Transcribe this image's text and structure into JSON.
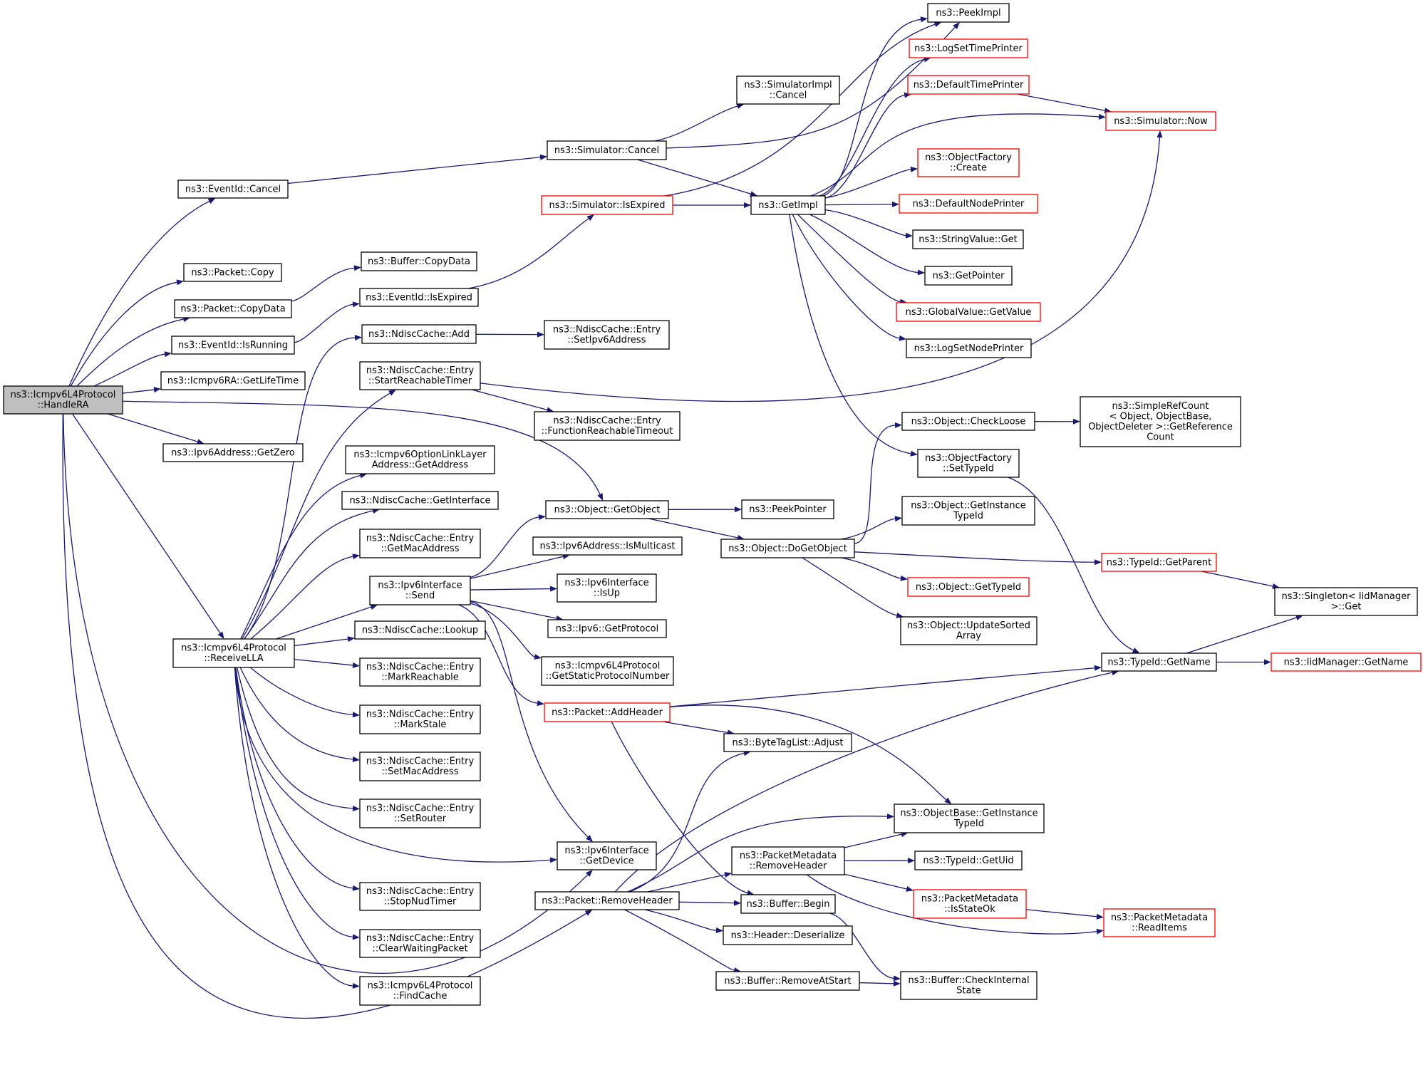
{
  "nodes": {
    "handle_ra": {
      "lines": [
        "ns3::Icmpv6L4Protocol",
        "::HandleRA"
      ],
      "style": "root"
    },
    "eventid_cancel": {
      "lines": [
        "ns3::EventId::Cancel"
      ],
      "style": "normal"
    },
    "packet_copy": {
      "lines": [
        "ns3::Packet::Copy"
      ],
      "style": "normal"
    },
    "packet_copydata": {
      "lines": [
        "ns3::Packet::CopyData"
      ],
      "style": "normal"
    },
    "eventid_isrunning": {
      "lines": [
        "ns3::EventId::IsRunning"
      ],
      "style": "normal"
    },
    "icmpv6ra_getlifetime": {
      "lines": [
        "ns3::Icmpv6RA::GetLifeTime"
      ],
      "style": "normal"
    },
    "ipv6address_getzero": {
      "lines": [
        "ns3::Ipv6Address::GetZero"
      ],
      "style": "normal"
    },
    "receive_lla": {
      "lines": [
        "ns3::Icmpv6L4Protocol",
        "::ReceiveLLA"
      ],
      "style": "normal"
    },
    "buffer_copydata": {
      "lines": [
        "ns3::Buffer::CopyData"
      ],
      "style": "normal"
    },
    "eventid_isexpired": {
      "lines": [
        "ns3::EventId::IsExpired"
      ],
      "style": "normal"
    },
    "ndisccache_add": {
      "lines": [
        "ns3::NdiscCache::Add"
      ],
      "style": "normal"
    },
    "entry_startreachabletimer": {
      "lines": [
        "ns3::NdiscCache::Entry",
        "::StartReachableTimer"
      ],
      "style": "normal"
    },
    "optionlinklayer_getaddress": {
      "lines": [
        "ns3::Icmpv6OptionLinkLayer",
        "Address::GetAddress"
      ],
      "style": "normal"
    },
    "ndisccache_getinterface": {
      "lines": [
        "ns3::NdiscCache::GetInterface"
      ],
      "style": "normal"
    },
    "entry_getmacaddress": {
      "lines": [
        "ns3::NdiscCache::Entry",
        "::GetMacAddress"
      ],
      "style": "normal"
    },
    "ipv6interface_send": {
      "lines": [
        "ns3::Ipv6Interface",
        "::Send"
      ],
      "style": "normal"
    },
    "ndisccache_lookup": {
      "lines": [
        "ns3::NdiscCache::Lookup"
      ],
      "style": "normal"
    },
    "entry_markreachable": {
      "lines": [
        "ns3::NdiscCache::Entry",
        "::MarkReachable"
      ],
      "style": "normal"
    },
    "entry_markstale": {
      "lines": [
        "ns3::NdiscCache::Entry",
        "::MarkStale"
      ],
      "style": "normal"
    },
    "entry_setmacaddress": {
      "lines": [
        "ns3::NdiscCache::Entry",
        "::SetMacAddress"
      ],
      "style": "normal"
    },
    "entry_setrouter": {
      "lines": [
        "ns3::NdiscCache::Entry",
        "::SetRouter"
      ],
      "style": "normal"
    },
    "entry_stopnudtimer": {
      "lines": [
        "ns3::NdiscCache::Entry",
        "::StopNudTimer"
      ],
      "style": "normal"
    },
    "entry_clearwaitingpacket": {
      "lines": [
        "ns3::NdiscCache::Entry",
        "::ClearWaitingPacket"
      ],
      "style": "normal"
    },
    "icmpv6_findcache": {
      "lines": [
        "ns3::Icmpv6L4Protocol",
        "::FindCache"
      ],
      "style": "normal"
    },
    "simulator_cancel": {
      "lines": [
        "ns3::Simulator::Cancel"
      ],
      "style": "normal"
    },
    "simulator_isexpired": {
      "lines": [
        "ns3::Simulator::IsExpired"
      ],
      "style": "red"
    },
    "entry_setipv6address": {
      "lines": [
        "ns3::NdiscCache::Entry",
        "::SetIpv6Address"
      ],
      "style": "normal"
    },
    "entry_functionreachabletimeout": {
      "lines": [
        "ns3::NdiscCache::Entry",
        "::FunctionReachableTimeout"
      ],
      "style": "normal"
    },
    "object_getobject": {
      "lines": [
        "ns3::Object::GetObject"
      ],
      "style": "normal"
    },
    "ipv6address_ismulticast": {
      "lines": [
        "ns3::Ipv6Address::IsMulticast"
      ],
      "style": "normal"
    },
    "ipv6interface_isup": {
      "lines": [
        "ns3::Ipv6Interface",
        "::IsUp"
      ],
      "style": "normal"
    },
    "ipv6_getprotocol": {
      "lines": [
        "ns3::Ipv6::GetProtocol"
      ],
      "style": "normal"
    },
    "icmpv6_getstaticprotocolnumber": {
      "lines": [
        "ns3::Icmpv6L4Protocol",
        "::GetStaticProtocolNumber"
      ],
      "style": "normal"
    },
    "packet_addheader": {
      "lines": [
        "ns3::Packet::AddHeader"
      ],
      "style": "red"
    },
    "ipv6interface_getdevice": {
      "lines": [
        "ns3::Ipv6Interface",
        "::GetDevice"
      ],
      "style": "normal"
    },
    "packet_removeheader": {
      "lines": [
        "ns3::Packet::RemoveHeader"
      ],
      "style": "normal"
    },
    "simulatorimpl_cancel": {
      "lines": [
        "ns3::SimulatorImpl",
        "::Cancel"
      ],
      "style": "normal"
    },
    "getimpl": {
      "lines": [
        "ns3::GetImpl"
      ],
      "style": "normal"
    },
    "peekpointer": {
      "lines": [
        "ns3::PeekPointer"
      ],
      "style": "normal"
    },
    "object_dogetobject": {
      "lines": [
        "ns3::Object::DoGetObject"
      ],
      "style": "normal"
    },
    "bytetaglist_adjust": {
      "lines": [
        "ns3::ByteTagList::Adjust"
      ],
      "style": "normal"
    },
    "packetmetadata_removeheader": {
      "lines": [
        "ns3::PacketMetadata",
        "::RemoveHeader"
      ],
      "style": "normal"
    },
    "buffer_begin": {
      "lines": [
        "ns3::Buffer::Begin"
      ],
      "style": "normal"
    },
    "header_deserialize": {
      "lines": [
        "ns3::Header::Deserialize"
      ],
      "style": "normal"
    },
    "buffer_removeatstart": {
      "lines": [
        "ns3::Buffer::RemoveAtStart"
      ],
      "style": "normal"
    },
    "peekimpl": {
      "lines": [
        "ns3::PeekImpl"
      ],
      "style": "normal"
    },
    "logsettimeprinter": {
      "lines": [
        "ns3::LogSetTimePrinter"
      ],
      "style": "red"
    },
    "defaulttimeprinter": {
      "lines": [
        "ns3::DefaultTimePrinter"
      ],
      "style": "red"
    },
    "objectfactory_create": {
      "lines": [
        "ns3::ObjectFactory",
        "::Create"
      ],
      "style": "red"
    },
    "defaultnodeprinter": {
      "lines": [
        "ns3::DefaultNodePrinter"
      ],
      "style": "red"
    },
    "stringvalue_get": {
      "lines": [
        "ns3::StringValue::Get"
      ],
      "style": "normal"
    },
    "getpointer": {
      "lines": [
        "ns3::GetPointer"
      ],
      "style": "normal"
    },
    "globalvalue_getvalue": {
      "lines": [
        "ns3::GlobalValue::GetValue"
      ],
      "style": "red"
    },
    "logsetnodeprinter": {
      "lines": [
        "ns3::LogSetNodePrinter"
      ],
      "style": "normal"
    },
    "object_checkloose": {
      "lines": [
        "ns3::Object::CheckLoose"
      ],
      "style": "normal"
    },
    "objectfactory_settypeid": {
      "lines": [
        "ns3::ObjectFactory",
        "::SetTypeId"
      ],
      "style": "normal"
    },
    "object_getinstancetypeid": {
      "lines": [
        "ns3::Object::GetInstance",
        "TypeId"
      ],
      "style": "normal"
    },
    "object_gettypeid": {
      "lines": [
        "ns3::Object::GetTypeId"
      ],
      "style": "red"
    },
    "object_updatesortedarray": {
      "lines": [
        "ns3::Object::UpdateSorted",
        "Array"
      ],
      "style": "normal"
    },
    "objectbase_getinstancetypeid": {
      "lines": [
        "ns3::ObjectBase::GetInstance",
        "TypeId"
      ],
      "style": "normal"
    },
    "typeid_getuid": {
      "lines": [
        "ns3::TypeId::GetUid"
      ],
      "style": "normal"
    },
    "packetmetadata_isstateok": {
      "lines": [
        "ns3::PacketMetadata",
        "::IsStateOk"
      ],
      "style": "red"
    },
    "buffer_checkinternalstate": {
      "lines": [
        "ns3::Buffer::CheckInternal",
        "State"
      ],
      "style": "normal"
    },
    "simulator_now": {
      "lines": [
        "ns3::Simulator::Now"
      ],
      "style": "red"
    },
    "simplerefcount_getreferencecount": {
      "lines": [
        "ns3::SimpleRefCount",
        "< Object, ObjectBase,",
        "ObjectDeleter >::GetReference",
        "Count"
      ],
      "style": "normal"
    },
    "typeid_getparent": {
      "lines": [
        "ns3::TypeId::GetParent"
      ],
      "style": "red"
    },
    "typeid_getname": {
      "lines": [
        "ns3::TypeId::GetName"
      ],
      "style": "normal"
    },
    "packetmetadata_readitems": {
      "lines": [
        "ns3::PacketMetadata",
        "::ReadItems"
      ],
      "style": "red"
    },
    "singleton_get": {
      "lines": [
        "ns3::Singleton< IidManager",
        ">::Get"
      ],
      "style": "normal"
    },
    "iidmanager_getname": {
      "lines": [
        "ns3::IidManager::GetName"
      ],
      "style": "red"
    }
  },
  "edges": [
    [
      "handle_ra",
      "eventid_cancel"
    ],
    [
      "handle_ra",
      "packet_copy"
    ],
    [
      "handle_ra",
      "packet_copydata"
    ],
    [
      "handle_ra",
      "eventid_isrunning"
    ],
    [
      "handle_ra",
      "icmpv6ra_getlifetime"
    ],
    [
      "handle_ra",
      "ipv6address_getzero"
    ],
    [
      "handle_ra",
      "receive_lla"
    ],
    [
      "handle_ra",
      "object_getobject"
    ],
    [
      "handle_ra",
      "ipv6interface_getdevice"
    ],
    [
      "handle_ra",
      "packet_removeheader"
    ],
    [
      "eventid_cancel",
      "simulator_cancel"
    ],
    [
      "packet_copydata",
      "buffer_copydata"
    ],
    [
      "eventid_isrunning",
      "eventid_isexpired"
    ],
    [
      "eventid_isexpired",
      "simulator_isexpired"
    ],
    [
      "receive_lla",
      "ndisccache_add"
    ],
    [
      "receive_lla",
      "entry_startreachabletimer"
    ],
    [
      "receive_lla",
      "optionlinklayer_getaddress"
    ],
    [
      "receive_lla",
      "ndisccache_getinterface"
    ],
    [
      "receive_lla",
      "entry_getmacaddress"
    ],
    [
      "receive_lla",
      "ipv6interface_send"
    ],
    [
      "receive_lla",
      "ndisccache_lookup"
    ],
    [
      "receive_lla",
      "entry_markreachable"
    ],
    [
      "receive_lla",
      "entry_markstale"
    ],
    [
      "receive_lla",
      "entry_setmacaddress"
    ],
    [
      "receive_lla",
      "entry_setrouter"
    ],
    [
      "receive_lla",
      "ipv6interface_getdevice"
    ],
    [
      "receive_lla",
      "entry_stopnudtimer"
    ],
    [
      "receive_lla",
      "entry_clearwaitingpacket"
    ],
    [
      "receive_lla",
      "icmpv6_findcache"
    ],
    [
      "ndisccache_add",
      "entry_setipv6address"
    ],
    [
      "entry_startreachabletimer",
      "entry_functionreachabletimeout"
    ],
    [
      "entry_startreachabletimer",
      "simulator_now"
    ],
    [
      "ipv6interface_send",
      "object_getobject"
    ],
    [
      "ipv6interface_send",
      "ipv6address_ismulticast"
    ],
    [
      "ipv6interface_send",
      "ipv6interface_isup"
    ],
    [
      "ipv6interface_send",
      "ipv6_getprotocol"
    ],
    [
      "ipv6interface_send",
      "icmpv6_getstaticprotocolnumber"
    ],
    [
      "ipv6interface_send",
      "packet_addheader"
    ],
    [
      "ipv6interface_send",
      "ipv6interface_getdevice"
    ],
    [
      "simulator_cancel",
      "simulatorimpl_cancel"
    ],
    [
      "simulator_cancel",
      "getimpl"
    ],
    [
      "simulator_cancel",
      "peekimpl"
    ],
    [
      "simulator_isexpired",
      "getimpl"
    ],
    [
      "simulator_isexpired",
      "peekimpl"
    ],
    [
      "object_getobject",
      "peekpointer"
    ],
    [
      "object_getobject",
      "object_dogetobject"
    ],
    [
      "packet_addheader",
      "bytetaglist_adjust"
    ],
    [
      "packet_addheader",
      "buffer_begin"
    ],
    [
      "packet_addheader",
      "objectbase_getinstancetypeid"
    ],
    [
      "packet_addheader",
      "typeid_getname"
    ],
    [
      "packet_removeheader",
      "bytetaglist_adjust"
    ],
    [
      "packet_removeheader",
      "objectbase_getinstancetypeid"
    ],
    [
      "packet_removeheader",
      "typeid_getname"
    ],
    [
      "packet_removeheader",
      "packetmetadata_removeheader"
    ],
    [
      "packet_removeheader",
      "buffer_begin"
    ],
    [
      "packet_removeheader",
      "header_deserialize"
    ],
    [
      "packet_removeheader",
      "buffer_removeatstart"
    ],
    [
      "getimpl",
      "peekimpl"
    ],
    [
      "getimpl",
      "logsettimeprinter"
    ],
    [
      "getimpl",
      "defaulttimeprinter"
    ],
    [
      "getimpl",
      "simulator_now"
    ],
    [
      "getimpl",
      "objectfactory_create"
    ],
    [
      "getimpl",
      "defaultnodeprinter"
    ],
    [
      "getimpl",
      "stringvalue_get"
    ],
    [
      "getimpl",
      "getpointer"
    ],
    [
      "getimpl",
      "globalvalue_getvalue"
    ],
    [
      "getimpl",
      "logsetnodeprinter"
    ],
    [
      "getimpl",
      "objectfactory_settypeid"
    ],
    [
      "defaulttimeprinter",
      "simulator_now"
    ],
    [
      "object_dogetobject",
      "object_checkloose"
    ],
    [
      "object_dogetobject",
      "object_getinstancetypeid"
    ],
    [
      "object_dogetobject",
      "typeid_getparent"
    ],
    [
      "object_dogetobject",
      "object_gettypeid"
    ],
    [
      "object_dogetobject",
      "object_updatesortedarray"
    ],
    [
      "object_checkloose",
      "simplerefcount_getreferencecount"
    ],
    [
      "objectfactory_settypeid",
      "typeid_getname"
    ],
    [
      "packetmetadata_removeheader",
      "objectbase_getinstancetypeid"
    ],
    [
      "packetmetadata_removeheader",
      "typeid_getuid"
    ],
    [
      "packetmetadata_removeheader",
      "packetmetadata_isstateok"
    ],
    [
      "packetmetadata_removeheader",
      "packetmetadata_readitems"
    ],
    [
      "packetmetadata_isstateok",
      "packetmetadata_readitems"
    ],
    [
      "buffer_begin",
      "buffer_checkinternalstate"
    ],
    [
      "buffer_removeatstart",
      "buffer_checkinternalstate"
    ],
    [
      "typeid_getparent",
      "singleton_get"
    ],
    [
      "typeid_getname",
      "singleton_get"
    ],
    [
      "typeid_getname",
      "iidmanager_getname"
    ]
  ],
  "colors": {
    "edge": "#191970",
    "border": "#000000",
    "highlight_border": "#ff0000",
    "root_fill": "#bfbfbf"
  }
}
